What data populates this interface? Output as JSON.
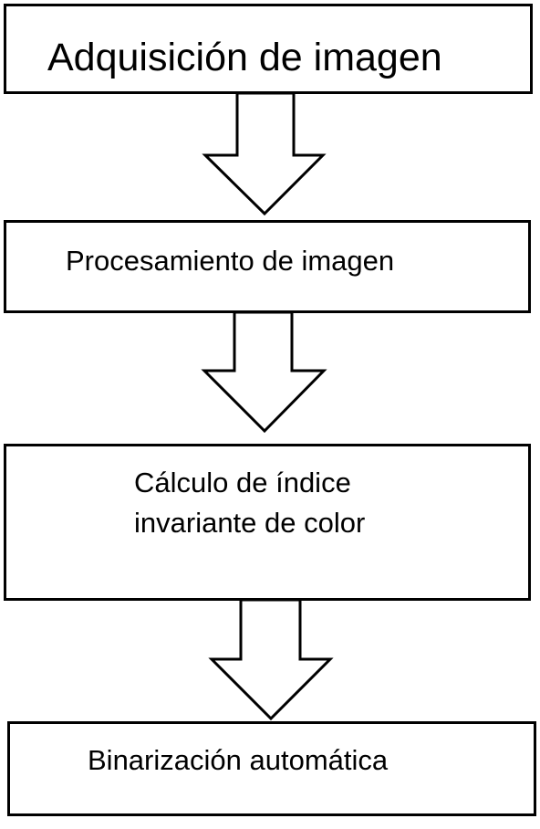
{
  "diagram": {
    "steps": [
      {
        "label": "Adquisición de imagen"
      },
      {
        "label": "Procesamiento de imagen"
      },
      {
        "label_lines": [
          "Cálculo de índice",
          "invariante de color"
        ]
      },
      {
        "label": "Binarización automática"
      }
    ]
  }
}
